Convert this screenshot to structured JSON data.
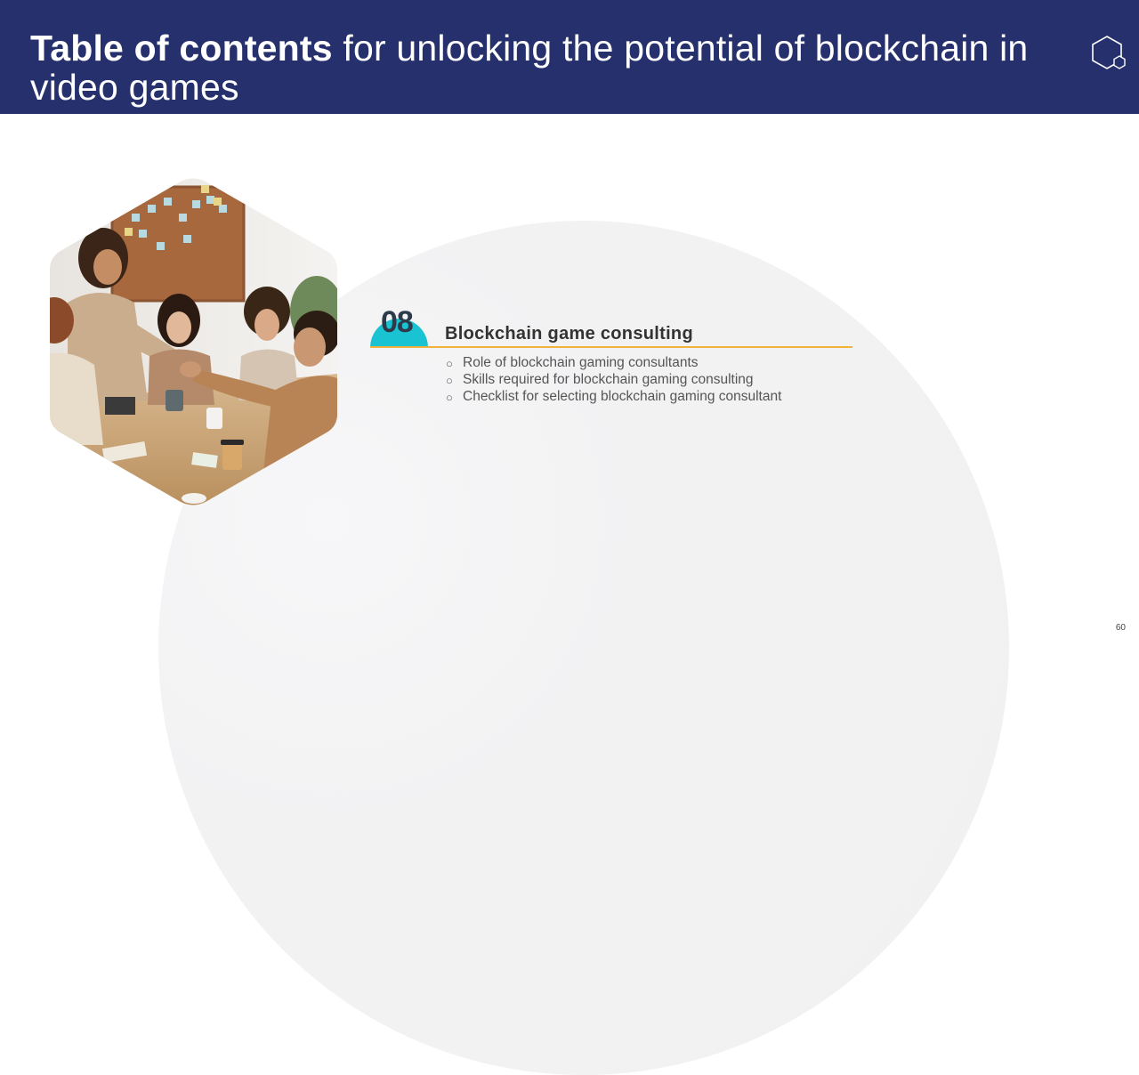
{
  "header": {
    "title_bold": "Table of contents",
    "title_regular": " for unlocking the potential of blockchain in video games",
    "icon": "hexagon-icon",
    "background_color": "#26306d"
  },
  "section": {
    "number": "08",
    "title": "Blockchain game consulting",
    "accent_color": "#19c3d1",
    "rule_color": "#f0b23a",
    "items": [
      "Role of blockchain gaming consultants",
      "Skills required for blockchain gaming consulting",
      "Checklist for selecting blockchain gaming consultant"
    ]
  },
  "photo": {
    "subject": "business meeting handshake"
  },
  "footer": {
    "page_number": "60"
  }
}
